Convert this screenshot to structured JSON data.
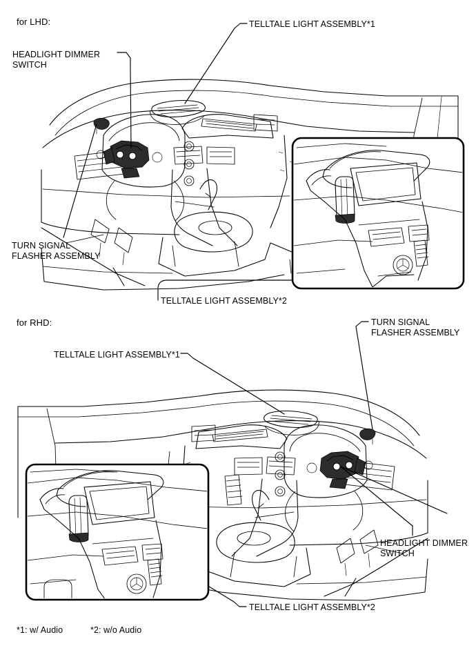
{
  "document": {
    "type": "automotive-component-location-diagram",
    "title": "Telltale Light / Headlight Dimmer Switch / Turn Signal Flasher Location"
  },
  "sections": [
    {
      "id": "lhd",
      "heading": "for LHD:"
    },
    {
      "id": "rhd",
      "heading": "for RHD:"
    }
  ],
  "labels": {
    "lhd": {
      "headlight_dimmer_switch": "HEADLIGHT DIMMER\nSWITCH",
      "telltale_light_assembly_1": "TELLTALE LIGHT ASSEMBLY*1",
      "turn_signal_flasher_assembly": "TURN SIGNAL\nFLASHER ASSEMBLY",
      "telltale_light_assembly_2": "TELLTALE LIGHT ASSEMBLY*2"
    },
    "rhd": {
      "telltale_light_assembly_1": "TELLTALE LIGHT ASSEMBLY*1",
      "turn_signal_flasher_assembly": "TURN SIGNAL\nFLASHER ASSEMBLY",
      "headlight_dimmer_switch": "HEADLIGHT DIMMER\nSWITCH",
      "telltale_light_assembly_2": "TELLTALE LIGHT ASSEMBLY*2"
    }
  },
  "footnotes": {
    "note_1": "*1: w/ Audio",
    "note_2": "*2: w/o Audio"
  },
  "colors": {
    "line": "#000000",
    "background": "#ffffff",
    "component_shade": "#2c2c2c"
  }
}
